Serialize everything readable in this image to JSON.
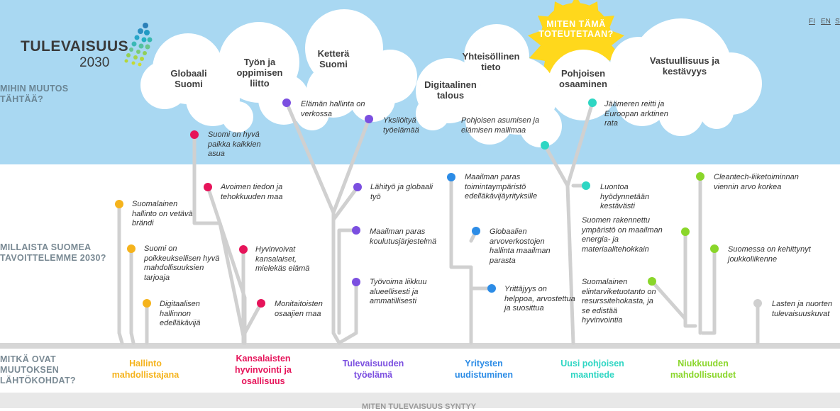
{
  "logo": {
    "name": "TULEVAISUUS",
    "year": "2030"
  },
  "languages": [
    "FI",
    "EN",
    "SV"
  ],
  "sun_text": "MITEN TÄMÄ TOTEUTETAAN?",
  "row_labels": {
    "goal": "MIHIN MUUTOS TÄHTÄÄ?",
    "target": "MILLAISTA SUOMEA TAVOITTELEMME 2030?",
    "start": "MITKÄ OVAT MUUTOKSEN LÄHTÖKOHDAT?"
  },
  "clouds": [
    "Globaali Suomi",
    "Työn ja oppimisen liitto",
    "Ketterä Suomi",
    "Digitaalinen talous",
    "Yhteisöllinen tieto",
    "Pohjoisen osaaminen",
    "Vastuullisuus ja kestävyys"
  ],
  "items": [
    "Elämän hallinta on verkossa",
    "Yksilöityä työelämää",
    "Suomi on hyvä paikka kaikkien asua",
    "Pohjoisen asumisen ja elämisen mallimaa",
    "Jäämeren reitti ja Euroopan arktinen rata",
    "Avoimen tiedon ja tehokkuuden maa",
    "Lähityö ja globaali työ",
    "Maailman paras toimintaympäristö edelläkävijäyrityksille",
    "Luontoa hyödynnetään kestävästi",
    "Cleantech-liiketoiminnan viennin arvo korkea",
    "Suomalainen hallinto on vetävä brändi",
    "Suomen rakennettu ympäristö on maailman energia- ja materiaalitehokkain",
    "Maailman paras koulutusjärjestelmä",
    "Globaalien arvoverkostojen hallinta maailman parasta",
    "Suomi on poikkeuksellisen hyvä mahdollisuuksien tarjoaja",
    "Hyvinvoivat kansalaiset, mielekäs elämä",
    "Suomessa on kehittynyt joukkoliikenne",
    "Työvoima liikkuu alueellisesti ja ammatillisesti",
    "Suomalainen elintarviketuotanto on resurssitehokasta, ja se edistää hyvinvointia",
    "Yrittäjyys on helppoa, arvostettua ja suosittua",
    "Digitaalisen hallinnon edelläkävijä",
    "Monitaitoisten osaajien maa",
    "Lasten ja nuorten tulevaisuuskuvat"
  ],
  "categories": [
    "Hallinto mahdollistajana",
    "Kansalaisten hyvinvointi ja osallisuus",
    "Tulevaisuuden työelämä",
    "Yritysten uudistuminen",
    "Uusi pohjoisen maantiede",
    "Niukkuuden mahdollisuudet"
  ],
  "colors": {
    "sky": "#a9d8f2",
    "orange": "#f5b31c",
    "magenta": "#e6145a",
    "purple": "#7b4fe0",
    "blue": "#2c8ce6",
    "teal": "#2fd6c3",
    "green": "#8ad62a",
    "grey": "#cfcfcf",
    "sun": "#ffd81c"
  },
  "footer": "MITEN TULEVAISUUS SYNTYY"
}
